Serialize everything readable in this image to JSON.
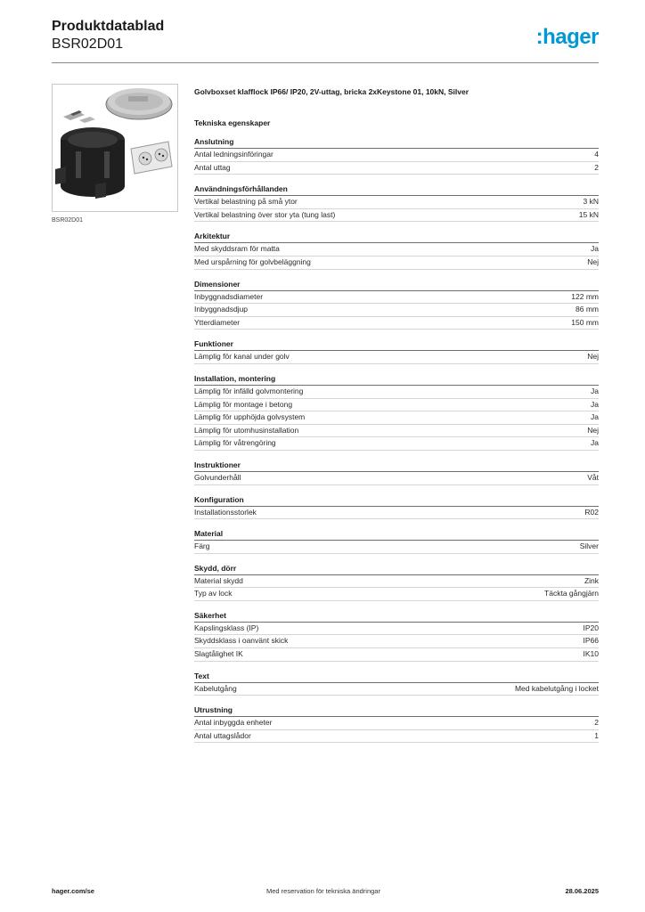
{
  "header": {
    "title": "Produktdatablad",
    "code": "BSR02D01",
    "logo_text": "hager",
    "logo_color": "#0099d6"
  },
  "image": {
    "caption": "BSR02D01"
  },
  "product": {
    "description": "Golvboxset klafflock IP66/ IP20, 2V-uttag, bricka 2xKeystone 01, 10kN, Silver",
    "section_heading": "Tekniska egenskaper"
  },
  "groups": [
    {
      "title": "Anslutning",
      "rows": [
        {
          "label": "Antal ledningsinföringar",
          "value": "4"
        },
        {
          "label": "Antal uttag",
          "value": "2"
        }
      ]
    },
    {
      "title": "Användningsförhållanden",
      "rows": [
        {
          "label": "Vertikal belastning på små ytor",
          "value": "3 kN"
        },
        {
          "label": "Vertikal belastning över stor yta (tung last)",
          "value": "15 kN"
        }
      ]
    },
    {
      "title": "Arkitektur",
      "rows": [
        {
          "label": "Med skyddsram för matta",
          "value": "Ja"
        },
        {
          "label": "Med urspårning för golvbeläggning",
          "value": "Nej"
        }
      ]
    },
    {
      "title": "Dimensioner",
      "rows": [
        {
          "label": "Inbyggnadsdiameter",
          "value": "122 mm"
        },
        {
          "label": "Inbyggnadsdjup",
          "value": "86 mm"
        },
        {
          "label": "Ytterdiameter",
          "value": "150 mm"
        }
      ]
    },
    {
      "title": "Funktioner",
      "rows": [
        {
          "label": "Lämplig för kanal under golv",
          "value": "Nej"
        }
      ]
    },
    {
      "title": "Installation, montering",
      "rows": [
        {
          "label": "Lämplig för infälld golvmontering",
          "value": "Ja"
        },
        {
          "label": "Lämplig för montage i betong",
          "value": "Ja"
        },
        {
          "label": "Lämplig för upphöjda golvsystem",
          "value": "Ja"
        },
        {
          "label": "Lämplig för utomhusinstallation",
          "value": "Nej"
        },
        {
          "label": "Lämplig för våtrengöring",
          "value": "Ja"
        }
      ]
    },
    {
      "title": "Instruktioner",
      "rows": [
        {
          "label": "Golvunderhåll",
          "value": "Våt"
        }
      ]
    },
    {
      "title": "Konfiguration",
      "rows": [
        {
          "label": "Installationsstorlek",
          "value": "R02"
        }
      ]
    },
    {
      "title": "Material",
      "rows": [
        {
          "label": "Färg",
          "value": "Silver"
        }
      ]
    },
    {
      "title": "Skydd, dörr",
      "rows": [
        {
          "label": "Material skydd",
          "value": "Zink"
        },
        {
          "label": "Typ av lock",
          "value": "Täckta gångjärn"
        }
      ]
    },
    {
      "title": "Säkerhet",
      "rows": [
        {
          "label": "Kapslingsklass (IP)",
          "value": "IP20"
        },
        {
          "label": "Skyddsklass i oanvänt skick",
          "value": "IP66"
        },
        {
          "label": "Slagtålighet IK",
          "value": "IK10"
        }
      ]
    },
    {
      "title": "Text",
      "rows": [
        {
          "label": "Kabelutgång",
          "value": "Med kabelutgång i locket"
        }
      ]
    },
    {
      "title": "Utrustning",
      "rows": [
        {
          "label": "Antal inbyggda enheter",
          "value": "2"
        },
        {
          "label": "Antal uttagslådor",
          "value": "1"
        }
      ]
    }
  ],
  "footer": {
    "website": "hager.com/se",
    "note": "Med reservation för tekniska ändringar",
    "date": "28.06.2025"
  }
}
